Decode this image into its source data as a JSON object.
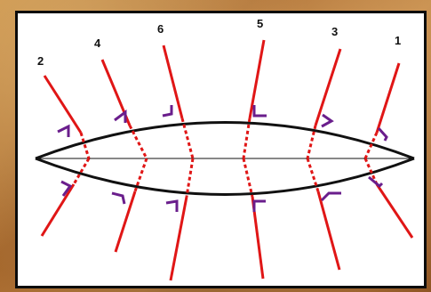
{
  "colors": {
    "line": "#e01616",
    "outline": "#111111",
    "bracket": "#6a1e8c"
  },
  "labels": {
    "l1": "1",
    "l2": "2",
    "l3": "3",
    "l4": "4",
    "l5": "5",
    "l6": "6"
  }
}
